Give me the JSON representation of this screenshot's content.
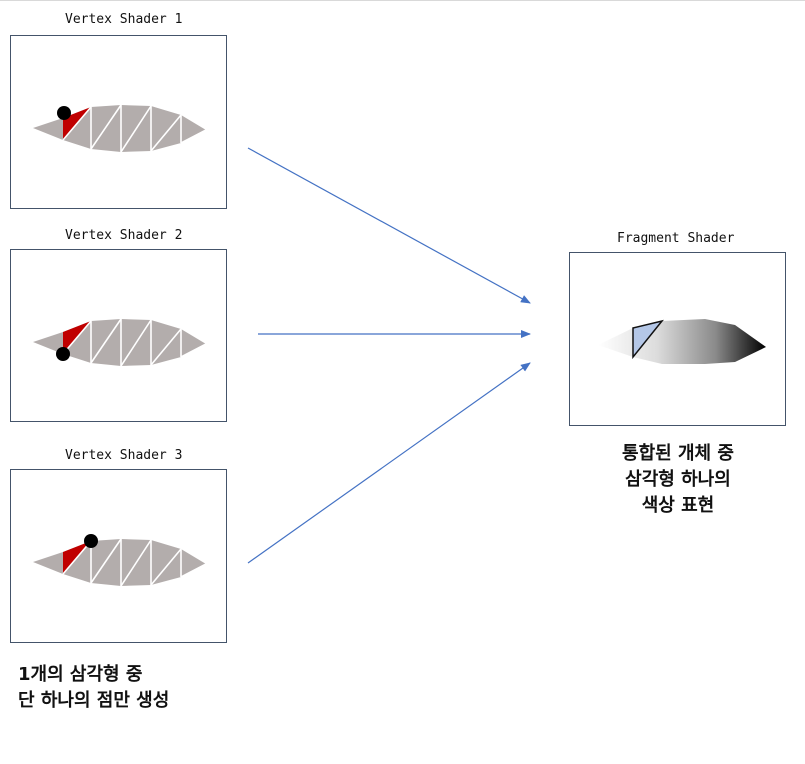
{
  "vertex_panels": [
    {
      "title": "Vertex Shader 1",
      "vertex": "top-left"
    },
    {
      "title": "Vertex Shader 2",
      "vertex": "bottom-left"
    },
    {
      "title": "Vertex Shader 3",
      "vertex": "top-right"
    }
  ],
  "fragment_panel": {
    "title": "Fragment Shader"
  },
  "fragment_caption": {
    "line1": "통합된 개체 중",
    "line2": "삼각형 하나의",
    "line3": "색상 표현"
  },
  "vertex_caption": {
    "line1": "1개의 삼각형 중",
    "line2": "단 하나의 점만 생성"
  },
  "colors": {
    "mesh_fill": "#b3adac",
    "mesh_lines": "#ffffff",
    "highlight_triangle": "#c00000",
    "vertex_dot": "#000000",
    "fragment_triangle": "#b4c7e7",
    "arrow": "#4472c4",
    "panel_border": "#44546a"
  }
}
